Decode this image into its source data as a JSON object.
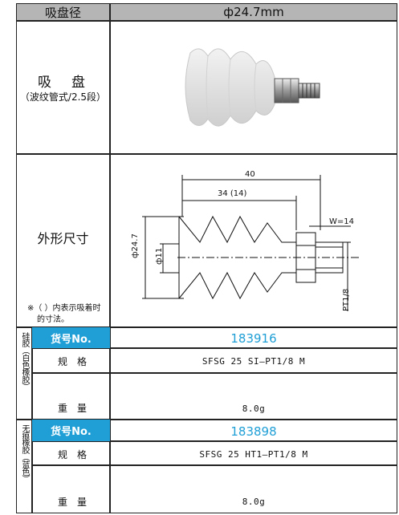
{
  "header": {
    "left_label": "吸盘径",
    "right_label": "ф24.7mm"
  },
  "product": {
    "name": "吸　盘",
    "subtitle": "（波纹管式/2.5段）"
  },
  "dimensions": {
    "section_label": "外形尺寸",
    "note_line1": "※（ ）内表示吸着时",
    "note_line2": "的寸法。",
    "dim_total": "40",
    "dim_body": "34 (14)",
    "dim_width": "W=14",
    "dim_dia": "ф24.7",
    "dim_inner": "ф11",
    "dim_thread": "PT1/8"
  },
  "variants": [
    {
      "side_label": "硅胶（白色橡胶）",
      "part_label": "货号No.",
      "part_no": "183916",
      "spec_label": "规　格",
      "spec_value": "SFSG 25 SI—PT1/8 M",
      "weight_label": "重　量",
      "weight_value": "8.0g"
    },
    {
      "side_label": "无痕橡胶（蓝色）",
      "part_label": "货号No.",
      "part_no": "183898",
      "spec_label": "规　格",
      "spec_value": "SFSG 25 HT1—PT1/8 M",
      "weight_label": "重　量",
      "weight_value": "8.0g"
    }
  ],
  "colors": {
    "header_bg": "#b5b5b5",
    "accent": "#1f9fd6"
  }
}
